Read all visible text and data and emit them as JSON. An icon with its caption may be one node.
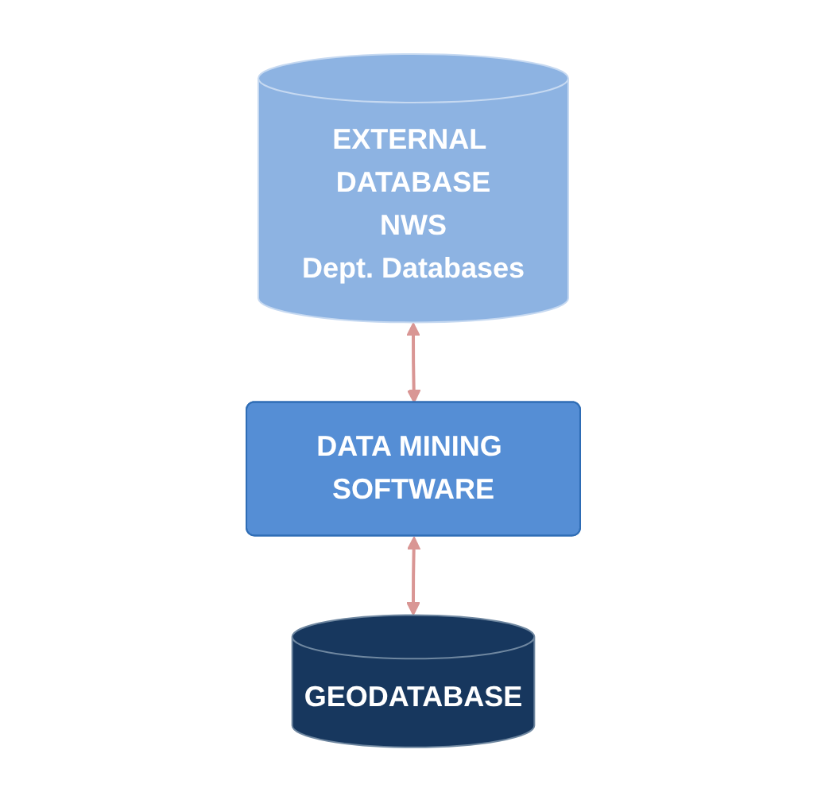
{
  "diagram": {
    "nodes": [
      {
        "text": [
          "EXTERNAL DATABASE",
          "NWS",
          "Dept. Databases"
        ]
      },
      {
        "text": [
          "DATA MINING SOFTWARE"
        ]
      },
      {
        "text": [
          "GEODATABASE"
        ]
      }
    ],
    "edges": [
      {
        "from": 0,
        "to": 1,
        "arrow": "both"
      },
      {
        "from": 1,
        "to": 2,
        "arrow": "both"
      }
    ]
  }
}
